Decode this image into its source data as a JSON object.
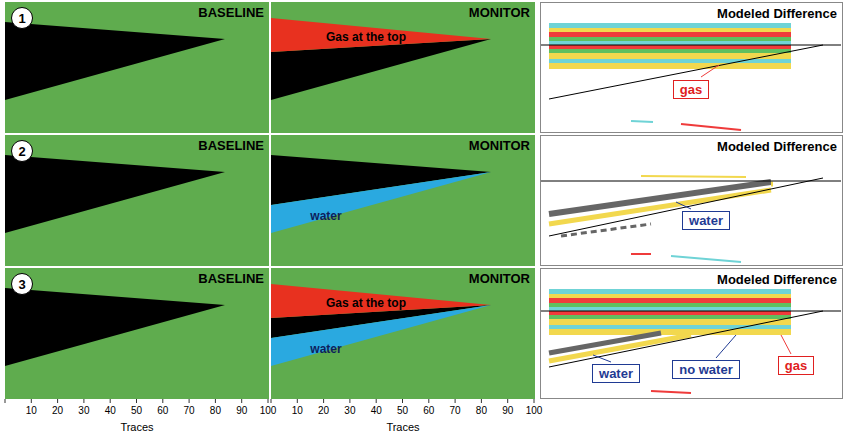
{
  "diagram": {
    "nodes": [
      {
        "text": [
          "BASELINE"
        ]
      },
      {
        "text": [
          "1"
        ],
        "in": 0
      },
      {
        "text": [
          "MONITOR"
        ]
      },
      {
        "text": [
          "Gas at the top"
        ],
        "in": 2
      },
      {
        "text": [
          "Modeled Difference"
        ]
      },
      {
        "text": [
          "gas"
        ],
        "in": 4
      },
      {
        "text": [
          "BASELINE"
        ]
      },
      {
        "text": [
          "2"
        ],
        "in": 6
      },
      {
        "text": [
          "MONITOR"
        ]
      },
      {
        "text": [
          "water"
        ],
        "in": 8
      },
      {
        "text": [
          "Modeled Difference"
        ]
      },
      {
        "text": [
          "water"
        ],
        "in": 10
      },
      {
        "text": [
          "BASELINE"
        ]
      },
      {
        "text": [
          "3"
        ],
        "in": 12
      },
      {
        "text": [
          "MONITOR"
        ]
      },
      {
        "text": [
          "Gas at the top"
        ],
        "in": 14
      },
      {
        "text": [
          "water"
        ],
        "in": 14
      },
      {
        "text": [
          "Modeled Difference"
        ]
      },
      {
        "text": [
          "water"
        ],
        "in": 17
      },
      {
        "text": [
          "no water"
        ],
        "in": 17
      },
      {
        "text": [
          "gas"
        ],
        "in": 17
      }
    ],
    "labels": [
      "10",
      "20",
      "30",
      "40",
      "50",
      "60",
      "70",
      "80",
      "90",
      "100",
      "Traces",
      "10",
      "20",
      "30",
      "40",
      "50",
      "60",
      "70",
      "80",
      "90",
      "100",
      "Traces"
    ]
  }
}
